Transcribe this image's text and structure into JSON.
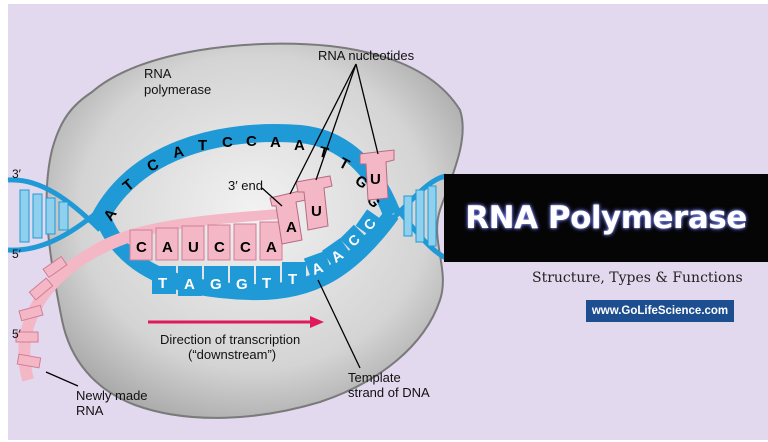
{
  "diagram": {
    "polymerase_label_line1": "RNA",
    "polymerase_label_line2": "polymerase",
    "nucleotides_label": "RNA nucleotides",
    "three_prime_end_label": "3′ end",
    "direction_line1": "Direction of transcription",
    "direction_line2": "(“downstream”)",
    "template_line1": "Template",
    "template_line2": "strand of DNA",
    "newly_made_line1": "Newly made",
    "newly_made_line2": "RNA",
    "strand_ends": [
      "3′",
      "5′",
      "5′"
    ],
    "coding_strand_bases": [
      "A",
      "T",
      "C",
      "A",
      "T",
      "C",
      "C",
      "A",
      "A",
      "T",
      "T",
      "G",
      "G"
    ],
    "rna_bases": [
      "C",
      "A",
      "U",
      "C",
      "C",
      "A"
    ],
    "template_bases": [
      "T",
      "A",
      "G",
      "G",
      "T",
      "T",
      "A",
      "A",
      "C",
      "C"
    ],
    "incoming_nucleotides": [
      "A",
      "U",
      "U"
    ]
  },
  "title": "RNA Polymerase",
  "subtitle": "Structure, Types & Functions",
  "website": "www.GoLifeScience.com",
  "colors": {
    "background": "#e2d9ee",
    "polymerase": "#d2d2d2",
    "dna_blue": "#1f9ad6",
    "rna_pink": "#f4b7c6",
    "arrow": "#e0195c",
    "title_box": "#050505",
    "url_box": "#1d4e8f"
  }
}
